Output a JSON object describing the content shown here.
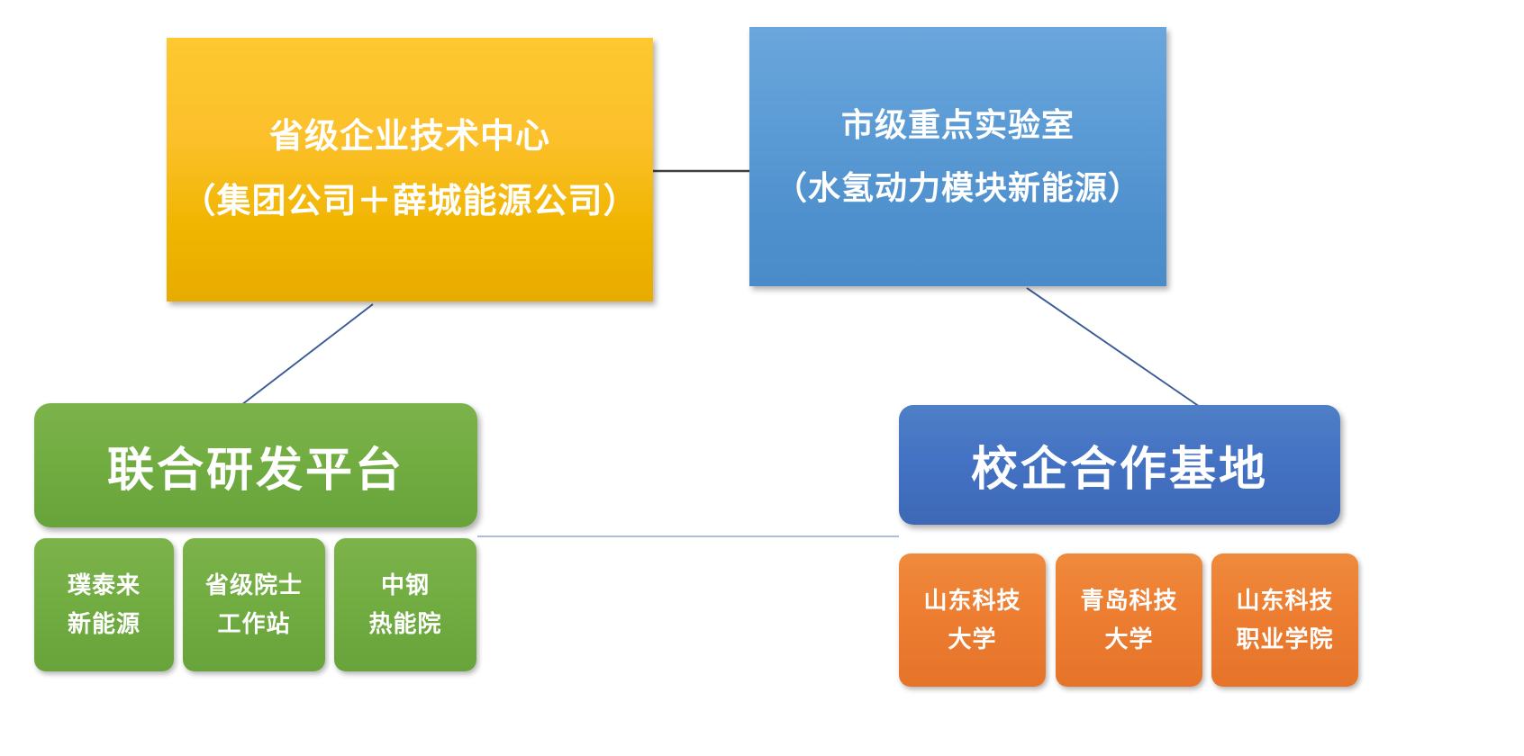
{
  "diagram": {
    "type": "org-hierarchy",
    "background": "#ffffff",
    "nodes": {
      "provincial_tech_center": {
        "line1": "省级企业技术中心",
        "line2": "（集团公司＋薛城能源公司）",
        "color": "#fcc02b",
        "shape": "rectangle"
      },
      "city_key_lab": {
        "line1": "市级重点实验室",
        "line2": "（水氢动力模块新能源）",
        "color": "#5b9bd5",
        "shape": "rectangle"
      },
      "joint_rd_platform": {
        "label": "联合研发平台",
        "color": "#72ad42",
        "shape": "rounded-rectangle"
      },
      "university_coop_base": {
        "label": "校企合作基地",
        "color": "#4472c4",
        "shape": "rounded-rectangle"
      }
    },
    "joint_rd_children": [
      {
        "line1": "璞泰来",
        "line2": "新能源",
        "color": "#72ad42"
      },
      {
        "line1": "省级院士",
        "line2": "工作站",
        "color": "#72ad42"
      },
      {
        "line1": "中钢",
        "line2": "热能院",
        "color": "#72ad42"
      }
    ],
    "university_coop_children": [
      {
        "line1": "山东科技",
        "line2": "大学",
        "color": "#ed7d31"
      },
      {
        "line1": "青岛科技",
        "line2": "大学",
        "color": "#ed7d31"
      },
      {
        "line1": "山东科技",
        "line2": "职业学院",
        "color": "#ed7d31"
      }
    ],
    "connectors": [
      {
        "name": "tech-center-to-key-lab",
        "color": "#404040",
        "style": "horizontal"
      },
      {
        "name": "tech-center-to-joint-rd",
        "color": "#3a5a96",
        "style": "diagonal"
      },
      {
        "name": "key-lab-to-coop-base",
        "color": "#3a5a96",
        "style": "diagonal"
      },
      {
        "name": "joint-rd-to-coop-base",
        "color": "#8ea9cf",
        "style": "horizontal"
      }
    ]
  }
}
